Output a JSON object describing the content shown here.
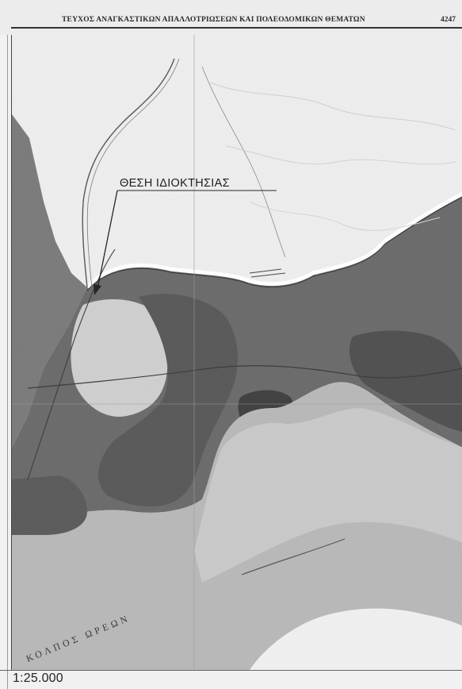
{
  "header": {
    "title": "ΤΕΥΧΟΣ ΑΝΑΓΚΑΣΤΙΚΩΝ ΑΠΑΛΛΟΤΡΙΩΣΕΩΝ ΚΑΙ ΠΟΛΕΟΔΟΜΙΚΩΝ ΘΕΜΑΤΩΝ",
    "page_number": "4247"
  },
  "map": {
    "property_label": "ΘΕΣΗ ΙΔΙΟΚΤΗΣΙΑΣ",
    "sea_label": "ΚΟΛΠΟΣ ΩΡΕΩΝ",
    "scale": "1:25.000",
    "colors": {
      "land_light": "#efefef",
      "zone_dark": "#6f6f6f",
      "zone_darker": "#4d4d4d",
      "zone_mid": "#8c8c8c",
      "sea": "#b9b9b9"
    }
  }
}
